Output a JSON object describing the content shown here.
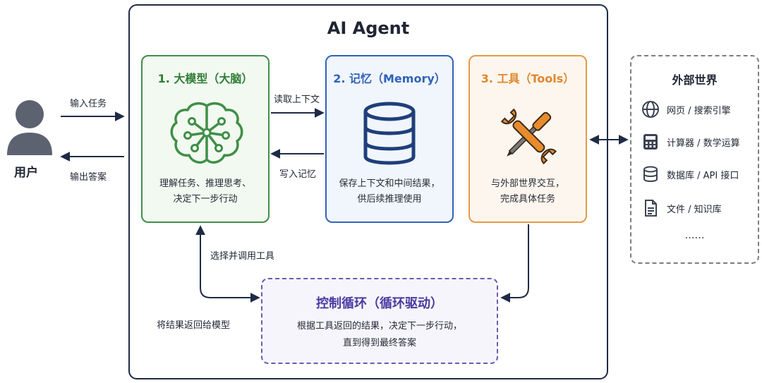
{
  "title": "AI Agent",
  "user": {
    "label": "用户"
  },
  "edges": {
    "input_task": "输入任务",
    "output_answer": "输出答案",
    "read_context": "读取上下文",
    "write_memory": "写入记忆",
    "select_tool": "选择并调用工具",
    "return_result": "将结果返回给模型"
  },
  "model": {
    "title": "1. 大模型（大脑）",
    "desc_line1": "理解任务、推理思考、",
    "desc_line2": "决定下一步行动",
    "icon": "brain-icon",
    "color": "#3f8f46"
  },
  "memory": {
    "title": "2. 记忆（Memory）",
    "desc_line1": "保存上下文和中间结果，",
    "desc_line2": "供后续推理使用",
    "icon": "database-icon",
    "color": "#2f63b9"
  },
  "tools": {
    "title": "3. 工具（Tools）",
    "desc_line1": "与外部世界交互，",
    "desc_line2": "完成具体任务",
    "icon": "wrench-screwdriver-icon",
    "color": "#e0862b"
  },
  "loop": {
    "title": "控制循环（循环驱动）",
    "desc_line1": "根据工具返回的结果，决定下一步行动，",
    "desc_line2": "直到得到最终答案",
    "color": "#4a3aa0"
  },
  "world": {
    "title": "外部世界",
    "items": [
      {
        "label": "网页 / 搜索引擎",
        "icon": "globe-icon"
      },
      {
        "label": "计算器 / 数学运算",
        "icon": "calculator-icon"
      },
      {
        "label": "数据库 / API 接口",
        "icon": "database-icon"
      },
      {
        "label": "文件 / 知识库",
        "icon": "document-icon"
      }
    ],
    "more": "……"
  }
}
